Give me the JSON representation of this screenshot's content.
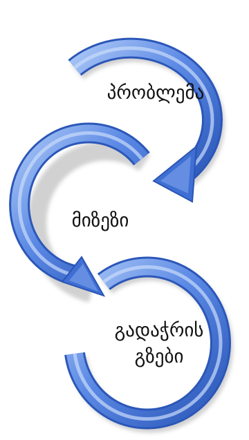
{
  "diagram": {
    "colors": {
      "arrow_light": "#8eb3ef",
      "arrow_main": "#4f7fe0",
      "arrow_dark": "#2a55b5",
      "shadow": "#b8b8b8"
    },
    "steps": [
      {
        "label": "პრობლემა"
      },
      {
        "label": "მიზეზი"
      },
      {
        "label_line1": "გადაჭრის",
        "label_line2": "გზები"
      }
    ]
  }
}
